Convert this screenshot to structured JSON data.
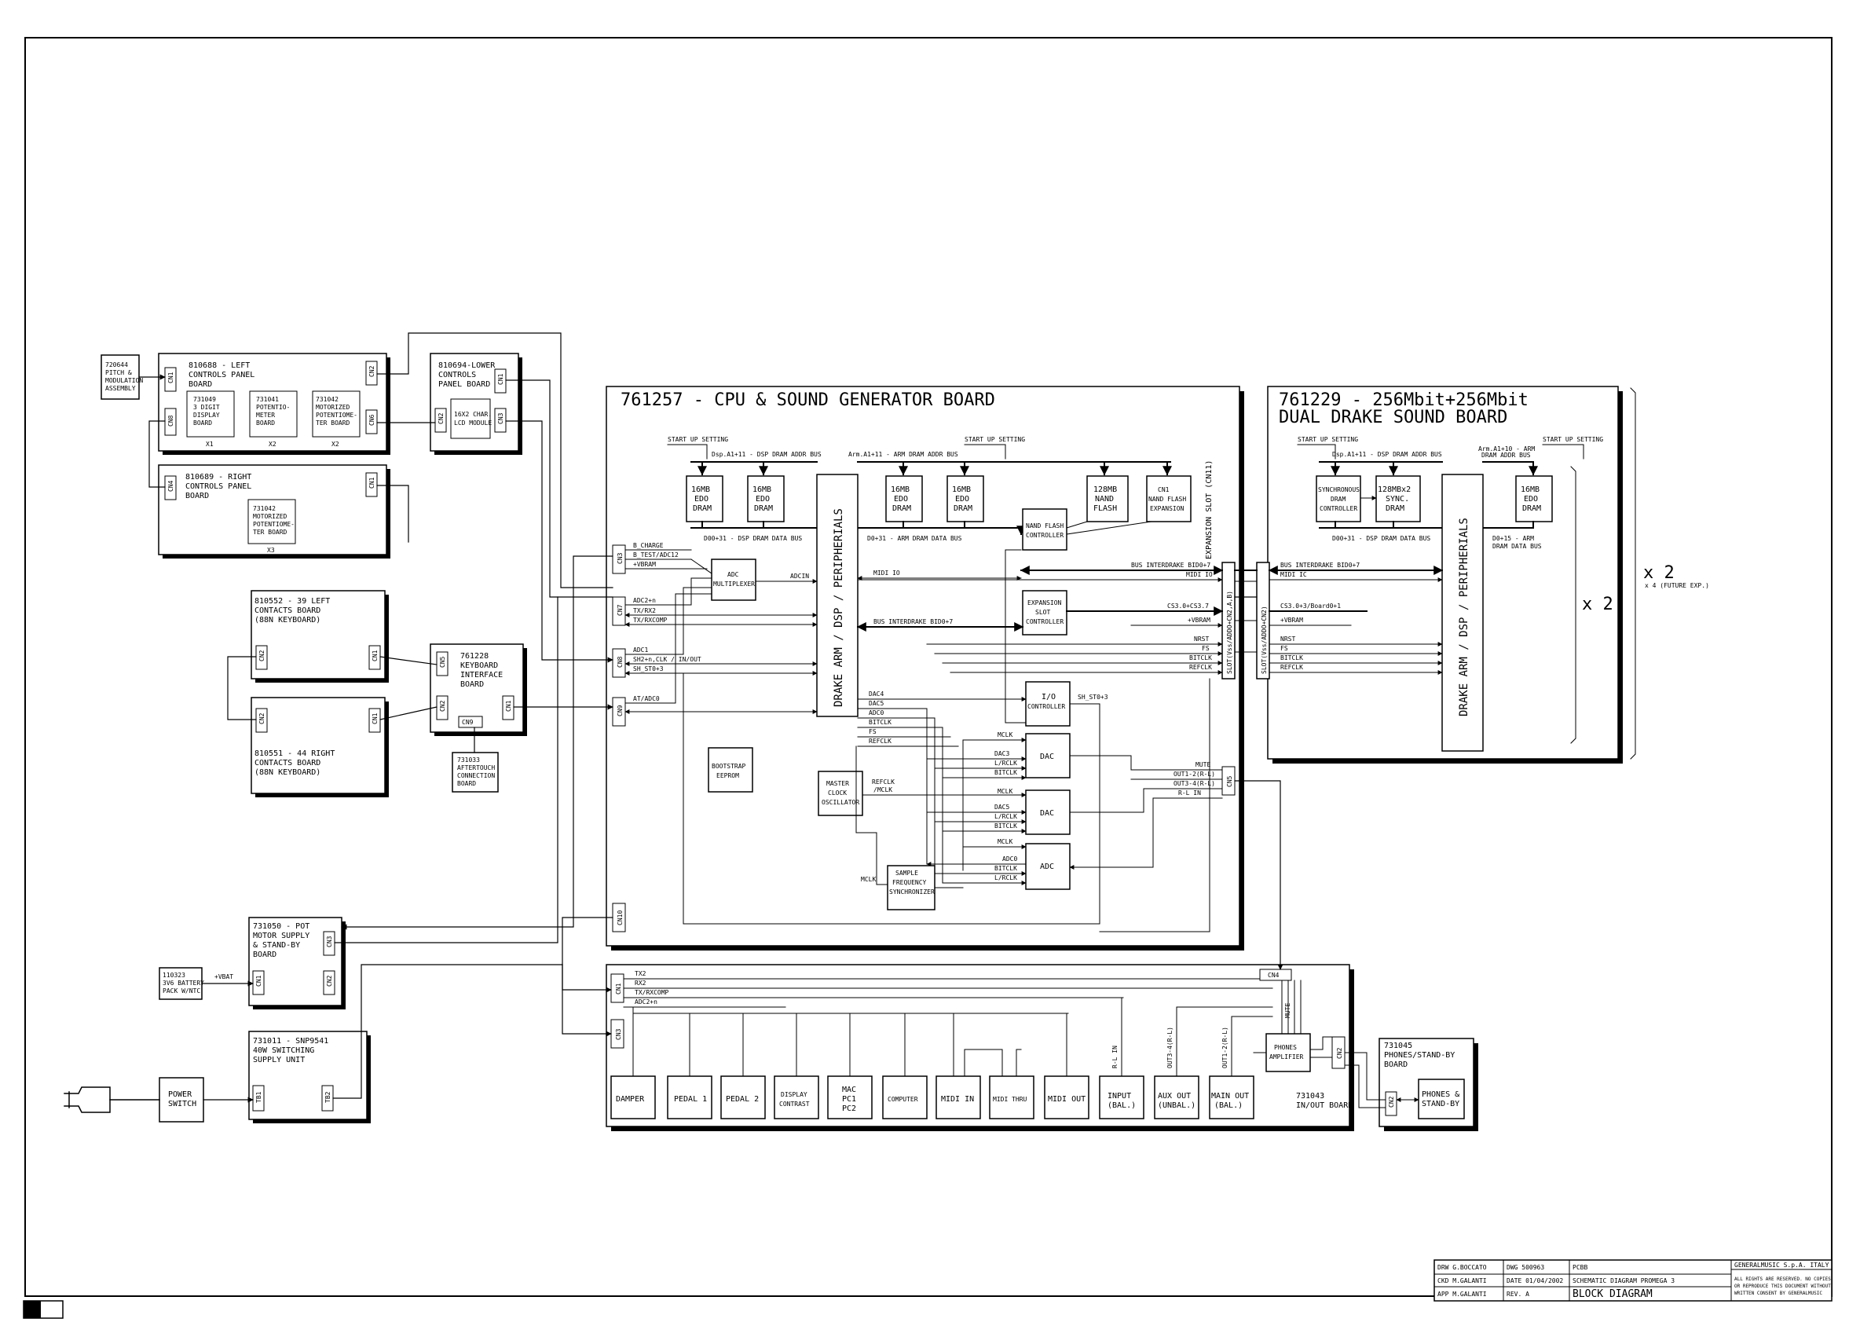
{
  "frame": {
    "corner_tab": ""
  },
  "board_left": {
    "lines": [
      "810688 - LEFT",
      "CONTROLS PANEL",
      "BOARD"
    ]
  },
  "pitch": {
    "lines": [
      "720644",
      "PITCH &",
      "MODULATION",
      "ASSEMBLY"
    ]
  },
  "board_left_inner": [
    {
      "lines": [
        "731049",
        "3 DIGIT",
        "DISPLAY",
        "BOARD"
      ],
      "qty": "X1"
    },
    {
      "lines": [
        "731041",
        "POTENTIO-",
        "METER",
        "BOARD"
      ],
      "qty": "X2"
    },
    {
      "lines": [
        "731042",
        "MOTORIZED",
        "POTENTIOME-",
        "TER BOARD"
      ],
      "qty": "X2"
    }
  ],
  "board_lower": {
    "lines": [
      "810694-LOWER",
      "CONTROLS",
      "PANEL BOARD"
    ],
    "lcd": [
      "16X2 CHAR.",
      "LCD MODULE"
    ]
  },
  "board_right": {
    "lines": [
      "810689 - RIGHT",
      "CONTROLS PANEL",
      "BOARD"
    ],
    "inner": [
      "731042",
      "MOTORIZED",
      "POTENTIOME-",
      "TER BOARD"
    ],
    "qty": "X3"
  },
  "contacts_left": {
    "lines": [
      "810552 - 39 LEFT",
      "CONTACTS BOARD",
      "(88N KEYBOARD)"
    ]
  },
  "contacts_right": {
    "lines": [
      "810551 - 44 RIGHT",
      "CONTACTS BOARD",
      "(88N KEYBOARD)"
    ]
  },
  "keyboard_if": {
    "lines": [
      "761228",
      "KEYBOARD",
      "INTERFACE",
      "BOARD"
    ]
  },
  "aftertouch": {
    "lines": [
      "731033",
      "AFTERTOUCH",
      "CONNECTION",
      "BOARD"
    ]
  },
  "pot_motor": {
    "lines": [
      "731050 - POT",
      "MOTOR SUPPLY",
      "& STAND-BY",
      "BOARD"
    ]
  },
  "battery": {
    "lines": [
      "110323",
      "3V6 BATTERY",
      "PACK W/NTC"
    ],
    "vbat": "+VBAT"
  },
  "psu": {
    "lines": [
      "731011 - SNP9541",
      "40W SWITCHING",
      "SUPPLY UNIT"
    ]
  },
  "power_switch": {
    "lines": [
      "POWER",
      "SWITCH"
    ]
  },
  "cpu": {
    "title": "761257 - CPU & SOUND GENERATOR BOARD",
    "startup": "START UP SETTING",
    "dsp_addr": "Dsp.A1+11 - DSP DRAM ADDR BUS",
    "arm_addr": "Arm.A1+11 - ARM DRAM ADDR BUS",
    "dsp_data": "D00+31 - DSP DRAM DATA BUS",
    "arm_data": "D0+31 - ARM DRAM DATA BUS",
    "drams": [
      [
        "16MB",
        "EDO",
        "DRAM"
      ],
      [
        "16MB",
        "EDO",
        "DRAM"
      ],
      [
        "16MB",
        "EDO",
        "DRAM"
      ],
      [
        "16MB",
        "EDO",
        "DRAM"
      ]
    ],
    "nand": [
      "128MB",
      "NAND",
      "FLASH"
    ],
    "cn1": [
      "CN1",
      "NAND FLASH",
      "EXPANSION"
    ],
    "nand_ctrl": [
      "NAND FLASH",
      "CONTROLLER"
    ],
    "exp_slot": [
      "EXPANSION",
      "SLOT",
      "CONTROLLER"
    ],
    "adc_mux": [
      "ADC",
      "MULTIPLEXER"
    ],
    "drake": "DRAKE ARM / DSP / PERIPHERIALS",
    "io": [
      "I/O",
      "CONTROLLER"
    ],
    "dac1": "DAC",
    "dac2": "DAC",
    "adc": "ADC",
    "eeprom": [
      "BOOTSTRAP",
      "EEPROM"
    ],
    "osc": [
      "MASTER",
      "CLOCK",
      "OSCILLATOR"
    ],
    "sync": [
      "SAMPLE",
      "FREQUENCY",
      "SYNCHRONIZER"
    ],
    "expansion_label": "EXPANSION SLOT (CN11)",
    "slot_pins": "SLOT(Vss/ADDO+CN2,A,B)",
    "signals": {
      "cn3": [
        "B_CHARGE",
        "B_TEST/ADC12",
        "+VBRAM"
      ],
      "cn7": [
        "ADC2+n",
        "TX/RX2",
        "TX/RXCOMP"
      ],
      "cn8": [
        "ADC1",
        "SH2+n,CLK / IN/OUT",
        "SH_ST0+3"
      ],
      "cn9": [
        "AT/ADC0"
      ],
      "adcin": "ADCIN",
      "midi_io": "MIDI IO",
      "bus_int": "BUS INTERDRAKE BID0+7",
      "bus_int_right": "BUS INTERDRAKE BID0+7",
      "midi_r": "MIDI IO",
      "cs": "CS3.0+CS3.7",
      "vbram": "+VBRAM",
      "nrst": "NRST",
      "fs": "FS",
      "bitclk": "BITCLK",
      "refclk": "REFCLK",
      "shst": "SH_ST0+3",
      "dac_sigs": [
        "DAC4",
        "DAC5",
        "ADC0",
        "BITCLK",
        "FS",
        "REFCLK"
      ],
      "mclk": "MCLK",
      "dac3": "DAC3",
      "lrclk": "L/RCLK",
      "bitclk2": "BITCLK",
      "dac5": "DAC5",
      "lrclk2": "L/RCLK",
      "bitclk3": "BITCLK",
      "mclk2": "MCLK",
      "adc0": "ADC0",
      "bitclk4": "BITCLK",
      "lrclk3": "L/RCLK",
      "refclk_mclk": [
        "REFCLK",
        "/MCLK"
      ],
      "mclk3": "MCLK",
      "mute": "MUTE",
      "out1": "OUT1-2(R-L)",
      "out3": "OUT3-4(R-L)",
      "rlin": "R-L IN"
    }
  },
  "dual": {
    "title1": "761229 - 256Mbit+256Mbit",
    "title2": "DUAL DRAKE SOUND BOARD",
    "startup": "START UP SETTING",
    "dsp_addr": "Dsp.A1+11 - DSP DRAM ADDR BUS",
    "arm_addr": [
      "Arm.A1+10 - ARM",
      "DRAM ADDR BUS"
    ],
    "sync": [
      "SYNCHRONOUS",
      "DRAM",
      "CONTROLLER"
    ],
    "sdram": [
      "128MBx2",
      "SYNC.",
      "DRAM"
    ],
    "edo": [
      "16MB",
      "EDO",
      "DRAM"
    ],
    "dsp_data": "D00+31 - DSP DRAM DATA BUS",
    "arm_data": [
      "D0+15 - ARM",
      "DRAM DATA BUS"
    ],
    "drake": "DRAKE ARM / DSP / PERIPHERIALS",
    "slot": "SLOT(Vss/ADDO+CN2)",
    "sigs": [
      "BUS INTERDRAKE BID0+7",
      "MIDI IC",
      "CS3.0+3/Board0+1",
      "+VBRAM",
      "NRST",
      "FS",
      "BITCLK",
      "REFCLK"
    ],
    "x2_inner": "x 2",
    "x2_outer": "x 2",
    "x4": "x 4 (FUTURE EXP.)"
  },
  "inout": {
    "title": [
      "731043",
      "IN/OUT BOARD"
    ],
    "sigs": [
      "TX2",
      "RX2",
      "TX/RXCOMP",
      "ADC2+n"
    ],
    "cn4": "CN4",
    "jacks": [
      "DAMPER",
      [
        "PEDAL 1"
      ],
      [
        "PEDAL 2"
      ],
      [
        "DISPLAY",
        "CONTRAST"
      ],
      [
        "MAC",
        "PC1",
        "PC2"
      ],
      "COMPUTER",
      "MIDI IN",
      "MIDI THRU",
      "MIDI OUT",
      [
        "INPUT",
        "(BAL.)"
      ],
      [
        "AUX OUT",
        "(UNBAL.)"
      ],
      [
        "MAIN OUT",
        "(BAL.)"
      ]
    ],
    "vlabels": [
      "R-L IN",
      "OUT3-4(R-L)",
      "OUT1-2(R-L)",
      "MUTE"
    ],
    "amp": [
      "PHONES",
      "AMPLIFIER"
    ]
  },
  "phones": {
    "lines": [
      "731045",
      "PHONES/STAND-BY",
      "BOARD"
    ],
    "inner": [
      "PHONES &",
      "STAND-BY"
    ]
  },
  "cn_labels": {
    "cn1": "CN1",
    "cn2": "CN2",
    "cn3": "CN3",
    "cn4": "CN4",
    "cn5": "CN5",
    "cn6": "CN6",
    "cn7": "CN7",
    "cn8": "CN8",
    "cn9": "CN9",
    "cn10": "CN10",
    "tb1": "TB1",
    "tb2": "TB2"
  },
  "title_block": {
    "drw": "DRW  G.BOCCATO",
    "dwg": "DWG 500963",
    "pcb": "PCBB",
    "ckd": "CKD  M.GALANTI",
    "date": "DATE  01/04/2002",
    "schem": "SCHEMATIC DIAGRAM  PROMEGA 3",
    "app": "APP  M.GALANTI",
    "rev": "REV.  A",
    "block": "BLOCK  DIAGRAM",
    "company": "GENERALMUSIC S.p.A. ITALY",
    "rights": [
      "ALL RIGHTS ARE RESERVED. NO COPIES",
      "OR REPRODUCE THIS DOCUMENT WITHOUT",
      "WRITTEN CONSENT  BY GENERALMUSIC"
    ]
  }
}
